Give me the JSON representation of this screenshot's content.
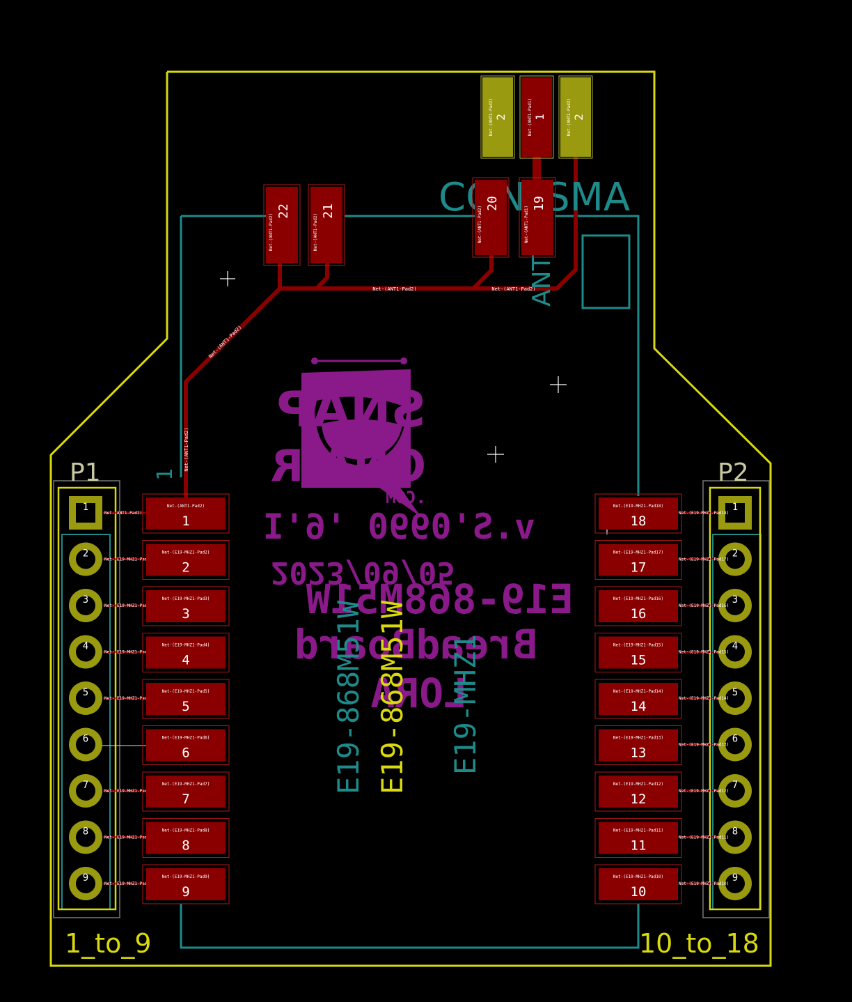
{
  "colors": {
    "edge": "#d9d90e",
    "fab": "#1e8a8a",
    "copper": "#8a0000",
    "copper_edge": "#b01818",
    "pad_th": "#9a9a10",
    "silk": "#8a1a8a",
    "white": "#e8e8e8",
    "net_label": "#ffffff"
  },
  "headers": {
    "p1": {
      "ref": "P1",
      "value": "1_to_9",
      "pins": [
        "1",
        "2",
        "3",
        "4",
        "5",
        "6",
        "7",
        "8",
        "9"
      ],
      "nets": [
        "Net-(ANT1-Pad2)",
        "Net-(E19-MHZ1-Pad2)",
        "Net-(E19-MHZ1-Pad3)",
        "Net-(E19-MHZ1-Pad4)",
        "Net-(E19-MHZ1-Pad5)",
        "",
        "Net-(E19-MHZ1-Pad7)",
        "Net-(E19-MHZ1-Pad8)",
        "Net-(E19-MHZ1-Pad9)"
      ]
    },
    "p2": {
      "ref": "P2",
      "value": "10_to_18",
      "pins": [
        "1",
        "2",
        "3",
        "4",
        "5",
        "6",
        "7",
        "8",
        "9"
      ],
      "nets": [
        "Net-(E19-MHZ1-Pad18)",
        "Net-(E19-MHZ1-Pad17)",
        "Net-(E19-MHZ1-Pad16)",
        "Net-(E19-MHZ1-Pad15)",
        "Net-(E19-MHZ1-Pad14)",
        "Net-(E19-MHZ1-Pad13)",
        "Net-(E19-MHZ1-Pad12)",
        "Net-(E19-MHZ1-Pad11)",
        "Net-(E19-MHZ1-Pad10)"
      ]
    }
  },
  "module": {
    "pin1_marker": "1",
    "left_pads": [
      {
        "num": "1",
        "net": "Net-(ANT1-Pad2)"
      },
      {
        "num": "2",
        "net": "Net-(E19-MHZ1-Pad2)"
      },
      {
        "num": "3",
        "net": "Net-(E19-MHZ1-Pad3)"
      },
      {
        "num": "4",
        "net": "Net-(E19-MHZ1-Pad4)"
      },
      {
        "num": "5",
        "net": "Net-(E19-MHZ1-Pad5)"
      },
      {
        "num": "6",
        "net": "Net-(E19-MHZ1-Pad6)"
      },
      {
        "num": "7",
        "net": "Net-(E19-MHZ1-Pad7)"
      },
      {
        "num": "8",
        "net": "Net-(E19-MHZ1-Pad8)"
      },
      {
        "num": "9",
        "net": "Net-(E19-MHZ1-Pad9)"
      }
    ],
    "right_pads": [
      {
        "num": "18",
        "net": "Net-(E19-MHZ1-Pad18)"
      },
      {
        "num": "17",
        "net": "Net-(E19-MHZ1-Pad17)"
      },
      {
        "num": "16",
        "net": "Net-(E19-MHZ1-Pad16)"
      },
      {
        "num": "15",
        "net": "Net-(E19-MHZ1-Pad15)"
      },
      {
        "num": "14",
        "net": "Net-(E19-MHZ1-Pad14)"
      },
      {
        "num": "13",
        "net": "Net-(E19-MHZ1-Pad13)"
      },
      {
        "num": "12",
        "net": "Net-(E19-MHZ1-Pad12)"
      },
      {
        "num": "11",
        "net": "Net-(E19-MHZ1-Pad11)"
      },
      {
        "num": "10",
        "net": "Net-(E19-MHZ1-Pad10)"
      }
    ],
    "top_pads": [
      {
        "num": "22",
        "net": "Net-(ANT1-Pad2)"
      },
      {
        "num": "21",
        "net": "Net-(ANT1-Pad2)"
      },
      {
        "num": "20",
        "net": "Net-(ANT1-Pad2)"
      },
      {
        "num": "19",
        "net": "Net-(ANT1-Pad1)"
      }
    ]
  },
  "antenna": {
    "pads": [
      {
        "num": "2",
        "net": "Net-(ANT1-Pad2)"
      },
      {
        "num": "1",
        "net": "Net-(ANT1-Pad1)"
      },
      {
        "num": "2",
        "net": "Net-(ANT1-Pad2)"
      }
    ],
    "fab_label": "CON_SMA",
    "ref": "ANT"
  },
  "traces": {
    "labels": [
      "Net-(ANT1-Pad2)",
      "Net-(ANT1-Pad2)",
      "Net-(ANT1-Pad2)",
      "Net-(ANT1-Pad2)"
    ]
  },
  "silkscreen": {
    "logo_line1": "SNAP",
    "logo_line2": "ONAIR",
    "logo_line3": ".COM",
    "version": "v.S'0990 '6'I",
    "date": "2023/09/05",
    "title1": "E19-868M51W",
    "title2": "BreadBoard",
    "title3": "LORA"
  },
  "fab_texts": {
    "value_vertical1": "E19-868M51W",
    "value_vertical2": "E19-868M51W",
    "ref_vertical": "E19-MHZ1"
  }
}
